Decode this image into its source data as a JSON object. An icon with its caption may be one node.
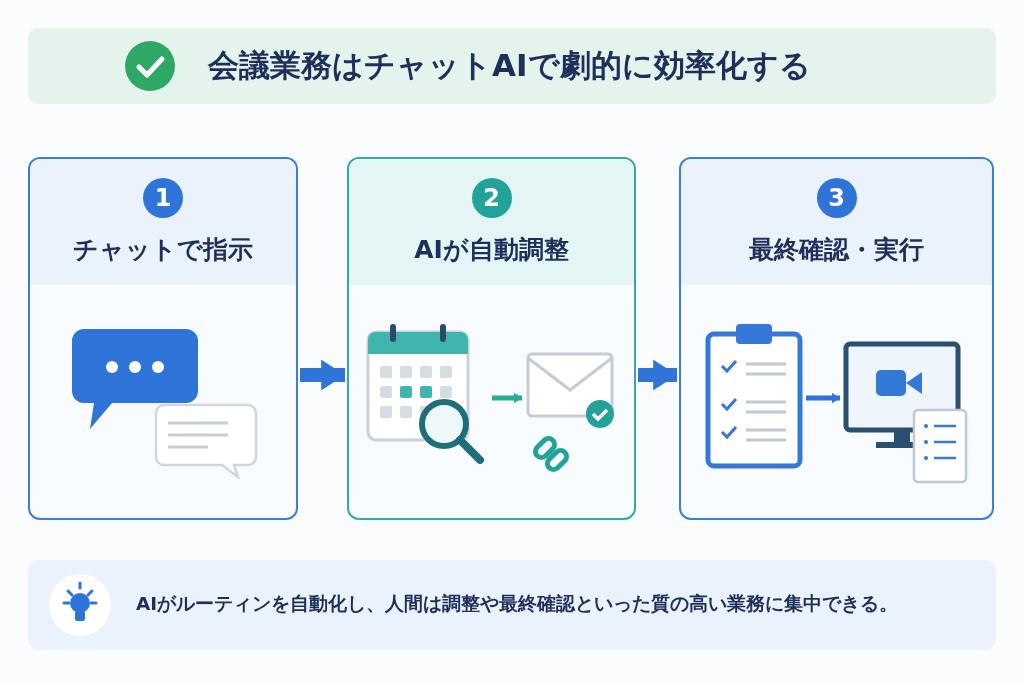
{
  "diagram": {
    "title": "会議業務はチャットAIで劇的に効率化する",
    "nodes": [
      {
        "text": [
          "1",
          "チャットで指示"
        ]
      },
      {
        "text": [
          "2",
          "AIが自動調整"
        ]
      },
      {
        "text": [
          "3",
          "最終確認・実行"
        ]
      },
      {
        "text": [],
        "shape": "picture",
        "in": 1
      },
      {
        "text": [],
        "shape": "picture",
        "in": 1
      },
      {
        "text": [],
        "shape": "picture",
        "in": 2
      },
      {
        "text": [],
        "shape": "picture",
        "in": 2
      },
      {
        "text": [
          "AIがルーティンを自動化し、人間は調整や最終確認といった質の高い業務に集中できる。"
        ]
      }
    ],
    "edges": [
      {
        "from": 0,
        "to": 1,
        "arrow": "to",
        "style": "thick"
      },
      {
        "from": 1,
        "to": 2,
        "arrow": "to",
        "style": "thick"
      },
      {
        "from": 3,
        "to": 4,
        "arrow": "to",
        "color": "#2aa89a"
      },
      {
        "from": 5,
        "to": 6,
        "arrow": "to"
      }
    ]
  }
}
